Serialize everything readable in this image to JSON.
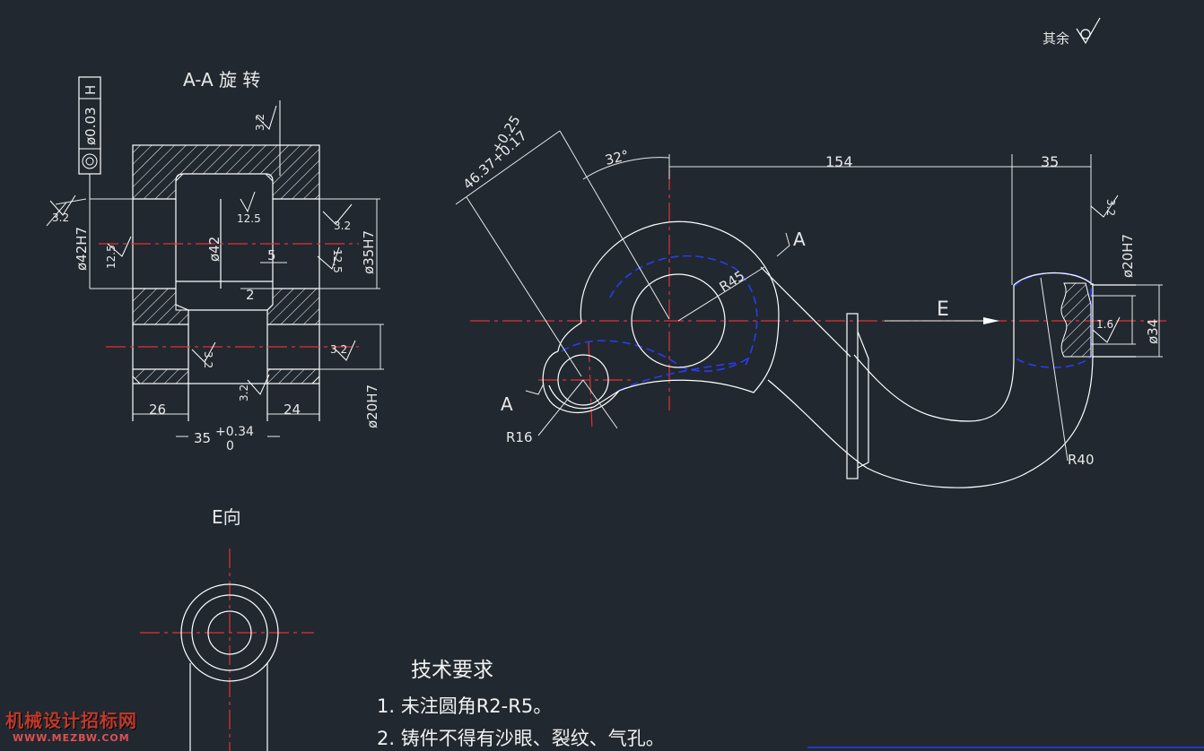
{
  "colors": {
    "background": "#212830",
    "lines": "#ffffff",
    "center": "#e23232",
    "hidden": "#2b3cf0",
    "dim": "#e8e8e8"
  },
  "top_right": {
    "label": "其余"
  },
  "section": {
    "title": "A-A 旋 转"
  },
  "tolerance_frame": {
    "value": "ø0.03",
    "datum": "H",
    "symbol": "concentricity-icon"
  },
  "dims_left": {
    "ra_3_2": "3.2",
    "ra_12_5": "12.5",
    "d42h7": "ø42H7",
    "d42": "ø42",
    "d35h7": "ø35H7",
    "d20h7": "ø20H7",
    "dim5": "5",
    "dim2": "2",
    "dim26": "26",
    "dim24": "24",
    "dim35_base": "35",
    "dim35_upper": "+0.34",
    "dim35_lower": "0"
  },
  "dims_main": {
    "tol_upper": "+0.25",
    "tol_base": "46.37+0.17",
    "angle32": "32°",
    "d154": "154",
    "d35": "35",
    "r45": "R45",
    "r16": "R16",
    "r40": "R40",
    "d20h7": "ø20H7",
    "d34": "ø34",
    "ra_1_6": "1.6",
    "ra_3_2": "3.2",
    "section_a": "A",
    "view_e": "E"
  },
  "view_e": {
    "title": "E向"
  },
  "technical_requirements": {
    "title": "技术要求",
    "items": [
      "1. 未注圆角R2-R5。",
      "2. 铸件不得有沙眼、裂纹、气孔。"
    ]
  },
  "watermark": {
    "line1": "机械设计招标网",
    "line2": "WWW.MEZBW.COM"
  }
}
